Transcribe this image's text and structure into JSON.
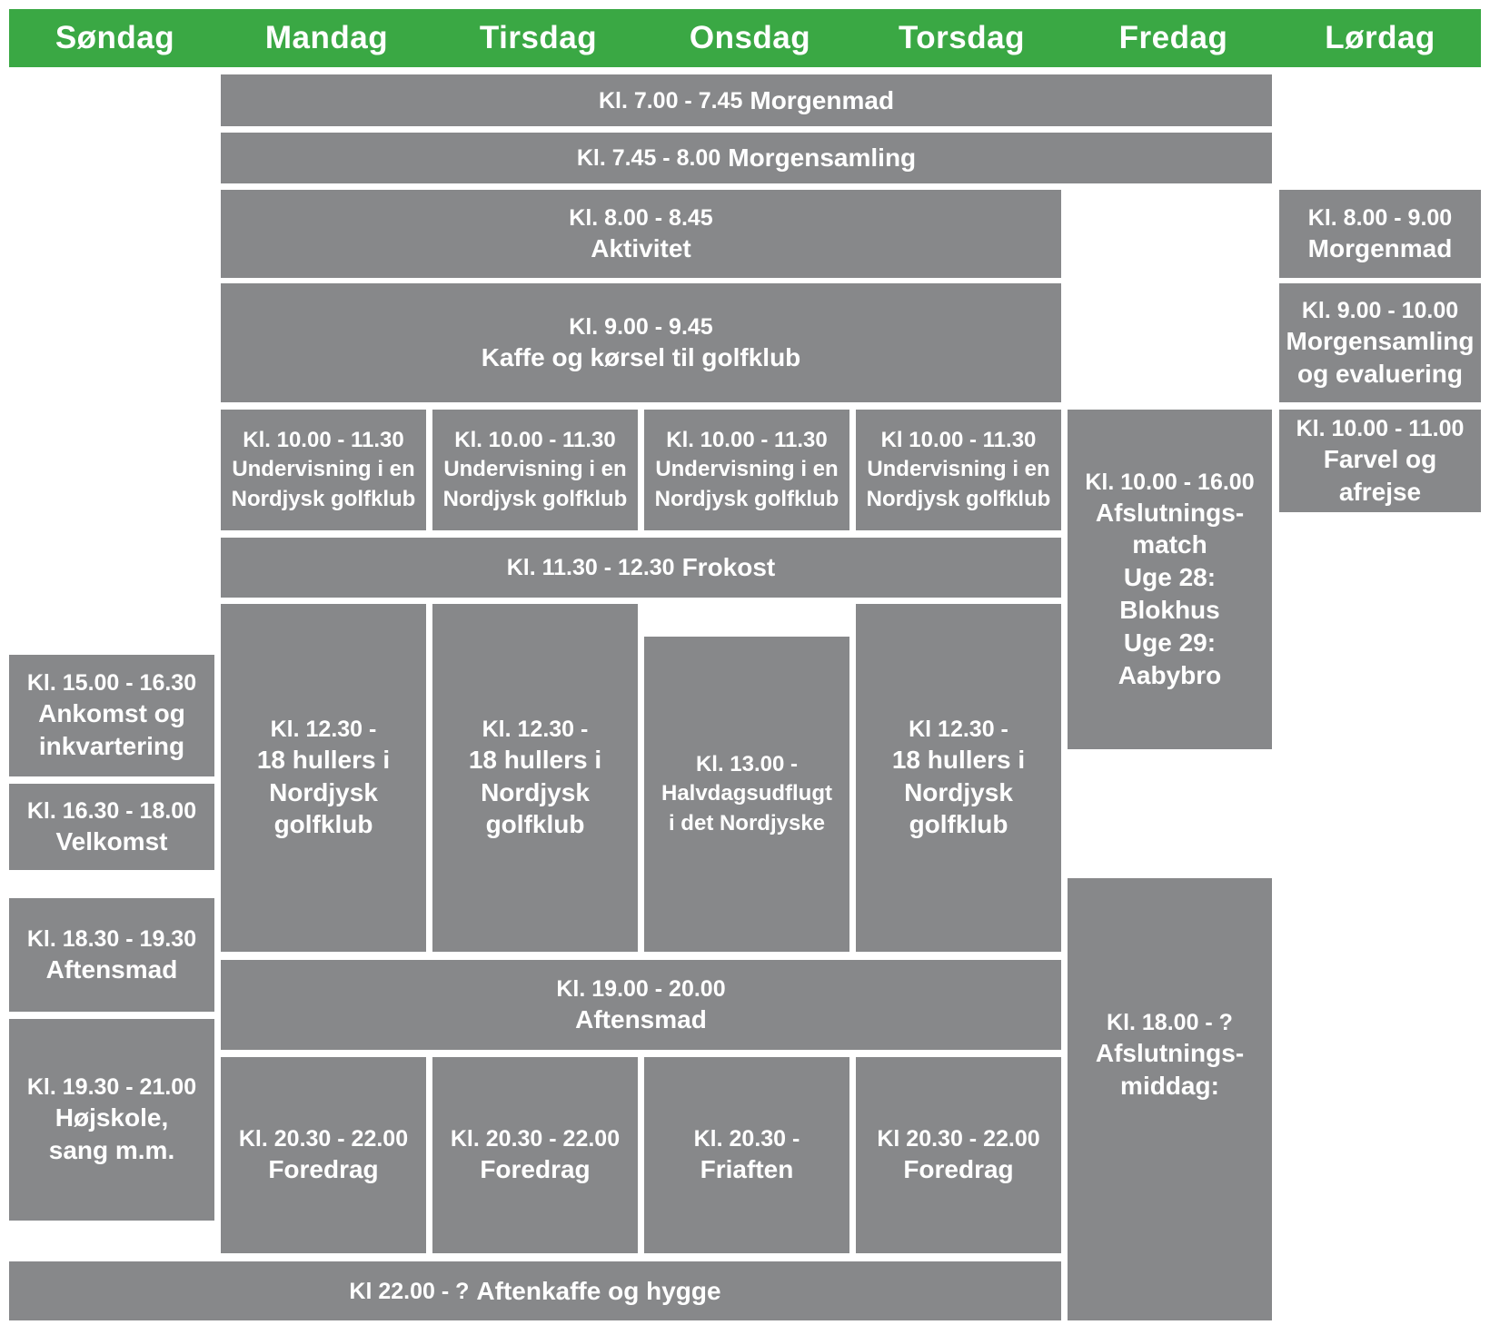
{
  "days": [
    "Søndag",
    "Mandag",
    "Tirsdag",
    "Onsdag",
    "Torsdag",
    "Fredag",
    "Lørdag"
  ],
  "colors": {
    "header_green": "#3aa844",
    "block_gray": "#87888a",
    "text": "#ffffff"
  },
  "events": {
    "breakfast": {
      "time": "Kl. 7.00 - 7.45",
      "label": "Morgenmad"
    },
    "morning_assembly": {
      "time": "Kl. 7.45 - 8.00",
      "label": "Morgensamling"
    },
    "activity": {
      "time": "Kl. 8.00 - 8.45",
      "label": "Aktivitet"
    },
    "coffee": {
      "time": "Kl. 9.00 - 9.45",
      "label": "Kaffe og kørsel til golfklub"
    },
    "lesson_mon": {
      "time": "Kl. 10.00 - 11.30",
      "line1": "Undervisning i en",
      "line2": "Nordjysk golfklub"
    },
    "lesson_tue": {
      "time": "Kl. 10.00 - 11.30",
      "line1": "Undervisning i en",
      "line2": "Nordjysk golfklub"
    },
    "lesson_wed": {
      "time": "Kl. 10.00 - 11.30",
      "line1": "Undervisning i en",
      "line2": "Nordjysk golfklub"
    },
    "lesson_thu": {
      "time": "Kl 10.00 - 11.30",
      "line1": "Undervisning i en",
      "line2": "Nordjysk golfklub"
    },
    "lunch": {
      "time": "Kl. 11.30 - 12.30",
      "label": "Frokost"
    },
    "golf_mon": {
      "time": "Kl. 12.30 -",
      "line1": "18 hullers i",
      "line2": "Nordjysk",
      "line3": "golfklub"
    },
    "golf_tue": {
      "time": "Kl. 12.30 -",
      "line1": "18 hullers i",
      "line2": "Nordjysk",
      "line3": "golfklub"
    },
    "excursion_wed": {
      "time": "Kl. 13.00 -",
      "line1": "Halvdagsudflugt",
      "line2": "i det Nordjyske"
    },
    "golf_thu": {
      "time": "Kl 12.30 -",
      "line1": "18 hullers i",
      "line2": "Nordjysk",
      "line3": "golfklub"
    },
    "dinner": {
      "time": "Kl. 19.00 - 20.00",
      "label": "Aftensmad"
    },
    "lecture_mon": {
      "time": "Kl. 20.30 - 22.00",
      "label": "Foredrag"
    },
    "lecture_tue": {
      "time": "Kl. 20.30 - 22.00",
      "label": "Foredrag"
    },
    "free_wed": {
      "time": "Kl. 20.30 -",
      "label": "Friaften"
    },
    "lecture_thu": {
      "time": "Kl 20.30 - 22.00",
      "label": "Foredrag"
    },
    "evening_coffee": {
      "time": "Kl 22.00 - ?",
      "label": "Aftenkaffe og hygge"
    },
    "sun_arrival": {
      "time": "Kl. 15.00 - 16.30",
      "line1": "Ankomst og",
      "line2": "inkvartering"
    },
    "sun_welcome": {
      "time": "Kl. 16.30 - 18.00",
      "label": "Velkomst"
    },
    "sun_dinner": {
      "time": "Kl. 18.30 - 19.30",
      "label": "Aftensmad"
    },
    "sun_folkhigh": {
      "time": "Kl. 19.30 - 21.00",
      "line1": "Højskole,",
      "line2": "sang m.m."
    },
    "fri_match": {
      "time": "Kl. 10.00 - 16.00",
      "line1": "Afslutnings-",
      "line2": "match",
      "line3": "Uge 28: Blokhus",
      "line4": "Uge 29: Aabybro"
    },
    "fri_dinner": {
      "time": "Kl. 18.00 - ?",
      "line1": "Afslutnings-",
      "line2": "middag:"
    },
    "sat_breakfast": {
      "time": "Kl. 8.00 - 9.00",
      "label": "Morgenmad"
    },
    "sat_assembly": {
      "time": "Kl. 9.00 - 10.00",
      "line1": "Morgensamling",
      "line2": "og evaluering"
    },
    "sat_farewell": {
      "time": "Kl. 10.00 - 11.00",
      "label": "Farvel og afrejse"
    }
  }
}
